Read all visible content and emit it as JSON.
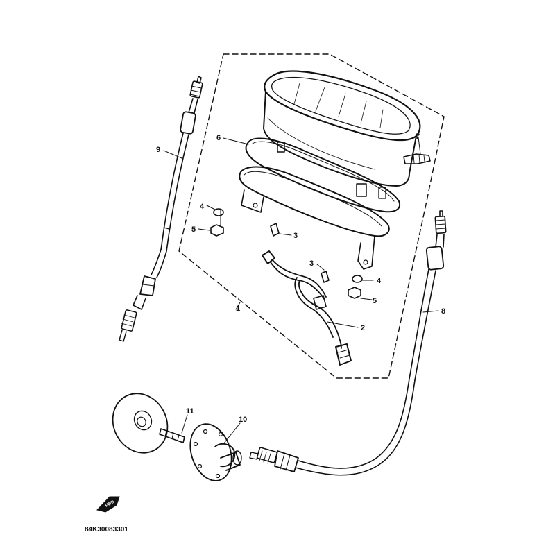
{
  "diagram": {
    "callouts": {
      "c1": "1",
      "c2": "2",
      "c3a": "3",
      "c3b": "3",
      "c4a": "4",
      "c4b": "4",
      "c5a": "5",
      "c5b": "5",
      "c6": "6",
      "c7": "7",
      "c8": "8",
      "c9": "9",
      "c10": "10",
      "c11": "11"
    },
    "drawing_code": "84K30083301",
    "front_arrow_text": "FWD"
  },
  "colors": {
    "line": "#111111",
    "background": "#ffffff"
  }
}
